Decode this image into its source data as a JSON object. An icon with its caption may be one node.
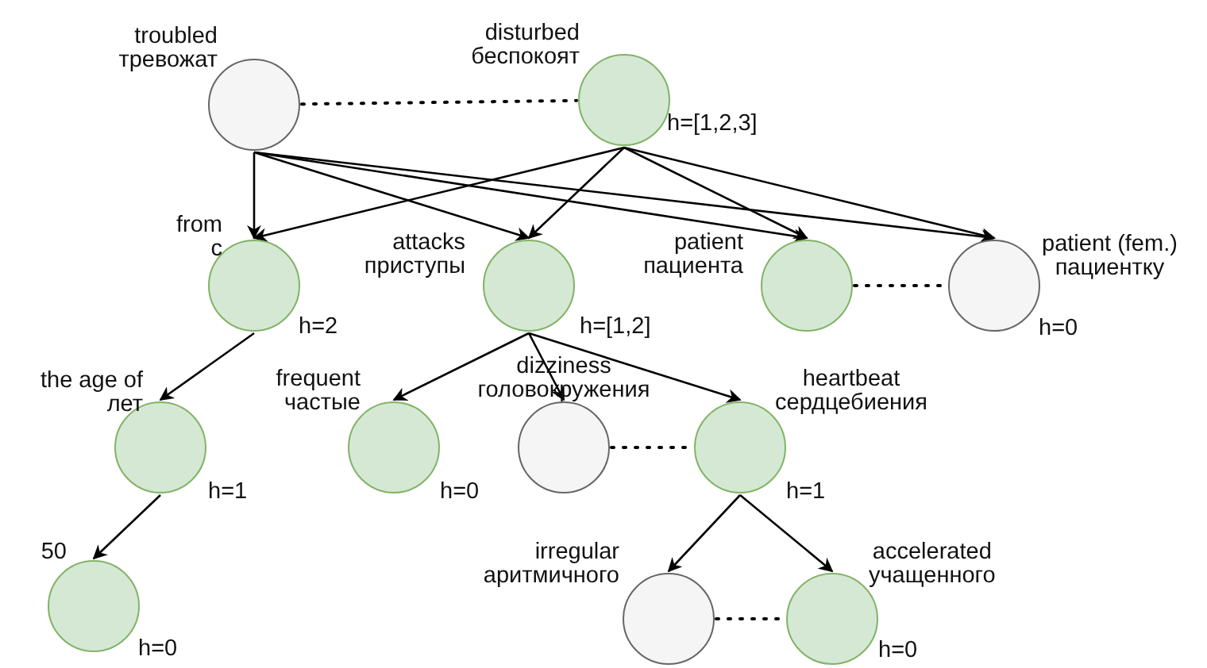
{
  "diagram": {
    "nodes": [
      {
        "text": [
          "troubled",
          "тревожат"
        ]
      },
      {
        "text": [
          "disturbed",
          "беспокоят"
        ],
        "beside": [
          "h=[1,2,3]"
        ]
      },
      {
        "text": [
          "from",
          "с"
        ],
        "beside": [
          "h=2"
        ]
      },
      {
        "text": [
          "attacks",
          "приступы"
        ],
        "beside": [
          "h=[1,2]"
        ]
      },
      {
        "text": [
          "patient",
          "пациента"
        ]
      },
      {
        "text": [
          "patient (fem.)",
          "пациентку"
        ],
        "beside": [
          "h=0"
        ]
      },
      {
        "text": [
          "the age of",
          "лет"
        ],
        "beside": [
          "h=1"
        ]
      },
      {
        "text": [
          "frequent",
          "частые"
        ],
        "beside": [
          "h=0"
        ]
      },
      {
        "text": [
          "dizziness",
          "головокружения"
        ]
      },
      {
        "text": [
          "heartbeat",
          "сердцебиения"
        ],
        "beside": [
          "h=1"
        ]
      },
      {
        "text": [
          "50"
        ],
        "beside": [
          "h=0"
        ]
      },
      {
        "text": [
          "irregular",
          "аритмичного"
        ]
      },
      {
        "text": [
          "accelerated",
          "учащенного"
        ],
        "beside": [
          "h=0"
        ]
      }
    ],
    "edges": [
      {
        "from": 0,
        "to": 1,
        "arrow": "none",
        "style": "dashed"
      },
      {
        "from": 0,
        "to": 2,
        "arrow": "to"
      },
      {
        "from": 0,
        "to": 3,
        "arrow": "to"
      },
      {
        "from": 0,
        "to": 4,
        "arrow": "to"
      },
      {
        "from": 0,
        "to": 5,
        "arrow": "to"
      },
      {
        "from": 1,
        "to": 2,
        "arrow": "to"
      },
      {
        "from": 1,
        "to": 3,
        "arrow": "to"
      },
      {
        "from": 1,
        "to": 4,
        "arrow": "to"
      },
      {
        "from": 1,
        "to": 5,
        "arrow": "to"
      },
      {
        "from": 4,
        "to": 5,
        "arrow": "none",
        "style": "dashed"
      },
      {
        "from": 2,
        "to": 6,
        "arrow": "to"
      },
      {
        "from": 6,
        "to": 10,
        "arrow": "to"
      },
      {
        "from": 3,
        "to": 7,
        "arrow": "to"
      },
      {
        "from": 3,
        "to": 8,
        "arrow": "to"
      },
      {
        "from": 3,
        "to": 9,
        "arrow": "to"
      },
      {
        "from": 8,
        "to": 9,
        "arrow": "none",
        "style": "dashed"
      },
      {
        "from": 9,
        "to": 11,
        "arrow": "to"
      },
      {
        "from": 9,
        "to": 12,
        "arrow": "to"
      },
      {
        "from": 11,
        "to": 12,
        "arrow": "none",
        "style": "dashed"
      }
    ]
  }
}
